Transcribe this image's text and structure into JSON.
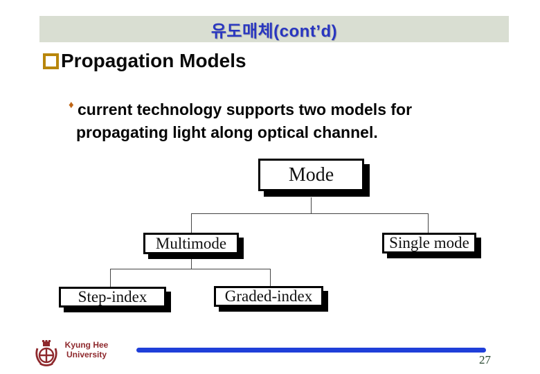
{
  "header": {
    "title": "유도매체(cont’d)"
  },
  "heading": {
    "label": "Propagation Models"
  },
  "bullet": {
    "lines": [
      "current technology supports two models for",
      "propagating light along optical channel."
    ]
  },
  "diagram": {
    "type": "tree",
    "nodes": {
      "root": "Mode",
      "left_child": "Multimode",
      "right_child": "Single mode",
      "grandchild_1": "Step-index",
      "grandchild_2": "Graded-index"
    },
    "edges": [
      [
        "Mode",
        "Multimode"
      ],
      [
        "Mode",
        "Single mode"
      ],
      [
        "Multimode",
        "Step-index"
      ],
      [
        "Multimode",
        "Graded-index"
      ]
    ]
  },
  "footer": {
    "university_line1": "Kyung Hee",
    "university_line2": "University",
    "page_number": "27"
  },
  "icons": {
    "heading_bullet": "hollow-square-bullet",
    "sub_bullet": "diamond-bullet",
    "logo": "kyung-hee-university-crest"
  },
  "colors": {
    "header_bg": "#d9ded2",
    "title_blue": "#2936c0",
    "heading_square_gold": "#b8860b",
    "diamond_orange": "#bf6617",
    "university_maroon": "#8e282c",
    "footer_bar_blue": "#1f3fd9",
    "page_number_green": "#26462e"
  }
}
